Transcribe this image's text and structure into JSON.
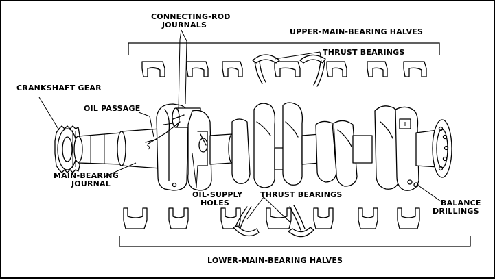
{
  "labels": {
    "connecting_rod_journals": [
      "CONNECTING-ROD",
      "JOURNALS"
    ],
    "upper_main_bearing_halves": "UPPER-MAIN-BEARING HALVES",
    "thrust_bearings_upper": "THRUST BEARINGS",
    "crankshaft_gear": "CRANKSHAFT GEAR",
    "oil_passage": "OIL PASSAGE",
    "main_bearing_journal": [
      "MAIN-BEARING",
      "JOURNAL"
    ],
    "oil_supply_holes": [
      "OIL-SUPPLY",
      "HOLES"
    ],
    "thrust_bearings_lower": "THRUST BEARINGS",
    "balance_drillings": [
      "BALANCE",
      "DRILLINGS"
    ],
    "lower_main_bearing_halves": "LOWER-MAIN-BEARING HALVES"
  },
  "colors": {
    "ink": "#000000",
    "paper": "#ffffff"
  }
}
